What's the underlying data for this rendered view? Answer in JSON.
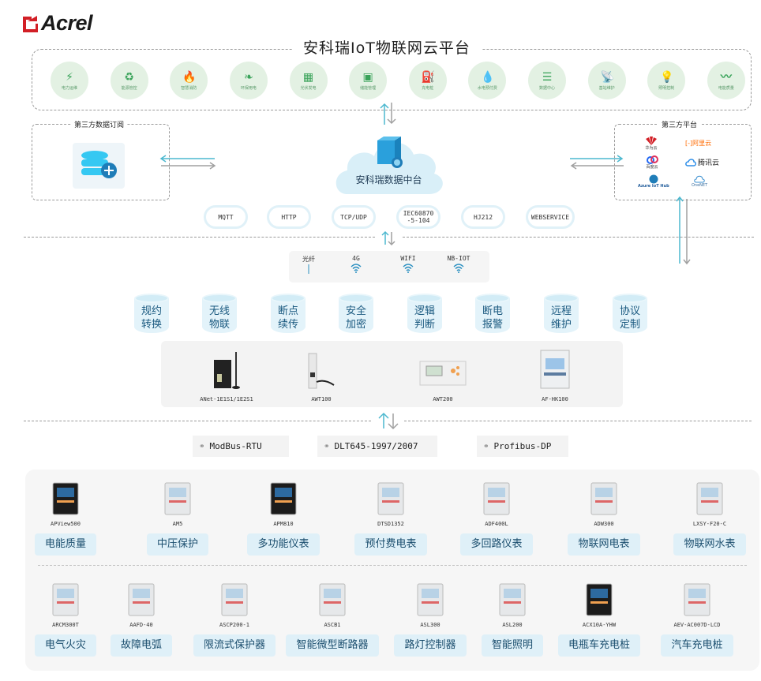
{
  "brand": {
    "name": "Acrel",
    "color": "#d21f26"
  },
  "platform": {
    "title": "安科瑞IoT物联网云平台",
    "apps": [
      {
        "icon": "power-plug-gear-icon",
        "label": "电力运维"
      },
      {
        "icon": "recycle-icon",
        "label": "能源管控"
      },
      {
        "icon": "fire-shield-icon",
        "label": "智慧消防"
      },
      {
        "icon": "leaf-cloud-icon",
        "label": "环保用电"
      },
      {
        "icon": "solar-panel-icon",
        "label": "光伏发电"
      },
      {
        "icon": "battery-cabinet-icon",
        "label": "储能管理"
      },
      {
        "icon": "charging-station-icon",
        "label": "充电桩"
      },
      {
        "icon": "water-drop-bolt-icon",
        "label": "水电预付费"
      },
      {
        "icon": "database-icon",
        "label": "数据中心"
      },
      {
        "icon": "antenna-icon",
        "label": "基站维护"
      },
      {
        "icon": "lightbulb-icon",
        "label": "照明控制"
      },
      {
        "icon": "waveform-monitor-icon",
        "label": "电能质量"
      }
    ],
    "accent": "#3aa35a"
  },
  "subscription": {
    "title": "第三方数据订阅",
    "icon": "database-add-icon"
  },
  "data_center": {
    "label": "安科瑞数据中台",
    "icon": "server-globe-icon"
  },
  "third_party": {
    "title": "第三方平台",
    "logos": [
      {
        "name": "华为云",
        "icon": "huawei-icon"
      },
      {
        "name": "阿里云",
        "icon": "aliyun-icon"
      },
      {
        "name": "百度云",
        "icon": "baidu-cloud-icon"
      },
      {
        "name": "腾讯云",
        "icon": "tencent-cloud-icon"
      },
      {
        "name": "Azure IoT Hub",
        "icon": "azure-icon"
      },
      {
        "name": "OneNET",
        "icon": "onenet-icon"
      }
    ]
  },
  "protocols": [
    "MQTT",
    "HTTP",
    "TCP/UDP",
    "IEC60870\n-5-104",
    "HJ212",
    "WEBSERVICE"
  ],
  "networks": [
    {
      "label": "光纤",
      "icon": "fiber-line-icon"
    },
    {
      "label": "4G",
      "icon": "wifi-icon"
    },
    {
      "label": "WIFI",
      "icon": "wifi-icon"
    },
    {
      "label": "NB-IOT",
      "icon": "wifi-icon"
    }
  ],
  "features": [
    {
      "line1": "规约",
      "line2": "转换"
    },
    {
      "line1": "无线",
      "line2": "物联"
    },
    {
      "line1": "断点",
      "line2": "续传"
    },
    {
      "line1": "安全",
      "line2": "加密"
    },
    {
      "line1": "逻辑",
      "line2": "判断"
    },
    {
      "line1": "断电",
      "line2": "报警"
    },
    {
      "line1": "远程",
      "line2": "维护"
    },
    {
      "line1": "协议",
      "line2": "定制"
    }
  ],
  "gateways": [
    {
      "model": "ANet-1E1S1/1E2S1"
    },
    {
      "model": "AWT100"
    },
    {
      "model": "AWT200"
    },
    {
      "model": "AF-HK100"
    }
  ],
  "buses": [
    {
      "label": "ModBus-RTU",
      "icon": "link-icon"
    },
    {
      "label": "DLT645-1997/2007",
      "icon": "link-icon"
    },
    {
      "label": "Profibus-DP",
      "icon": "link-icon"
    }
  ],
  "devices_row1": [
    {
      "model": "APView500",
      "category": "电能质量"
    },
    {
      "model": "AM5",
      "category": "中压保护"
    },
    {
      "model": "APM810",
      "category": "多功能仪表"
    },
    {
      "model": "DTSD1352",
      "category": "预付费电表"
    },
    {
      "model": "ADF400L",
      "category": "多回路仪表"
    },
    {
      "model": "ADW300",
      "category": "物联网电表"
    },
    {
      "model": "LXSY-F20-C",
      "category": "物联网水表"
    }
  ],
  "devices_row2": [
    {
      "model": "ARCM300T",
      "category": "电气火灾"
    },
    {
      "model": "AAFD-40",
      "category": "故障电弧"
    },
    {
      "model": "ASCP200-1",
      "category": "限流式保护器"
    },
    {
      "model": "ASCB1",
      "category": "智能微型断路器"
    },
    {
      "model": "ASL300",
      "category": "路灯控制器"
    },
    {
      "model": "ASL200",
      "category": "智能照明"
    },
    {
      "model": "ACX10A-YHW",
      "category": "电瓶车充电桩"
    },
    {
      "model": "AEV-AC007D-LCD",
      "category": "汽车充电桩"
    }
  ],
  "colors": {
    "arrow_up": "#4cb8cf",
    "arrow_down": "#a0a0a0",
    "tag_bg": "#dff0f8"
  }
}
